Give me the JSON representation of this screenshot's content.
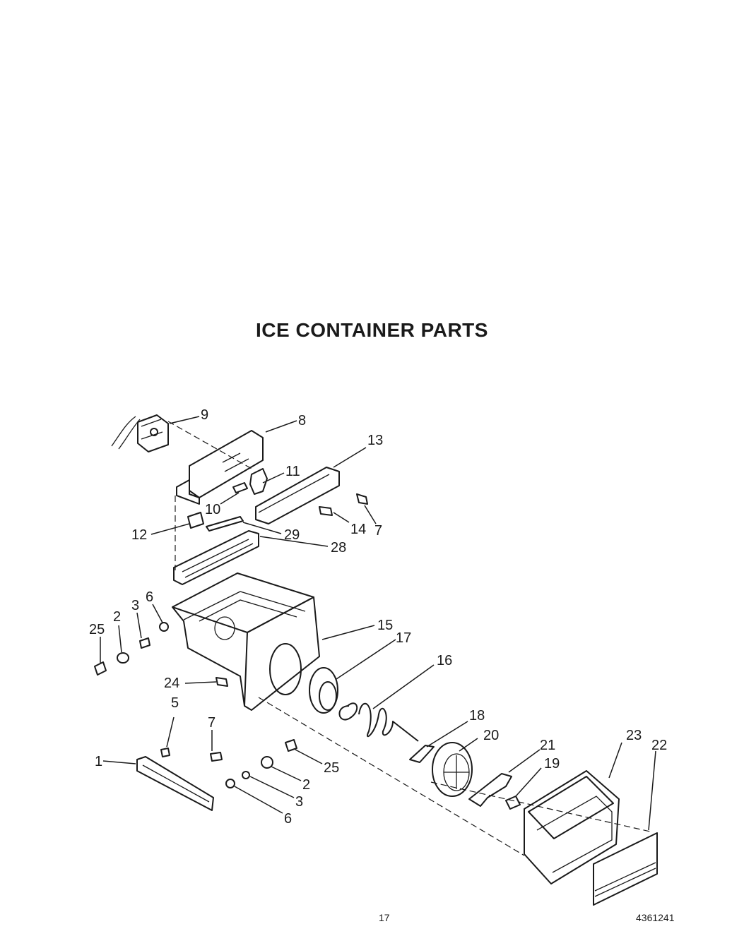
{
  "title": "ICE CONTAINER PARTS",
  "page_number": "17",
  "doc_code": "4361241",
  "callouts": [
    "1",
    "2",
    "3",
    "5",
    "6",
    "7",
    "8",
    "9",
    "10",
    "11",
    "12",
    "13",
    "14",
    "15",
    "16",
    "17",
    "18",
    "19",
    "20",
    "21",
    "22",
    "23",
    "24",
    "25",
    "28",
    "29"
  ]
}
